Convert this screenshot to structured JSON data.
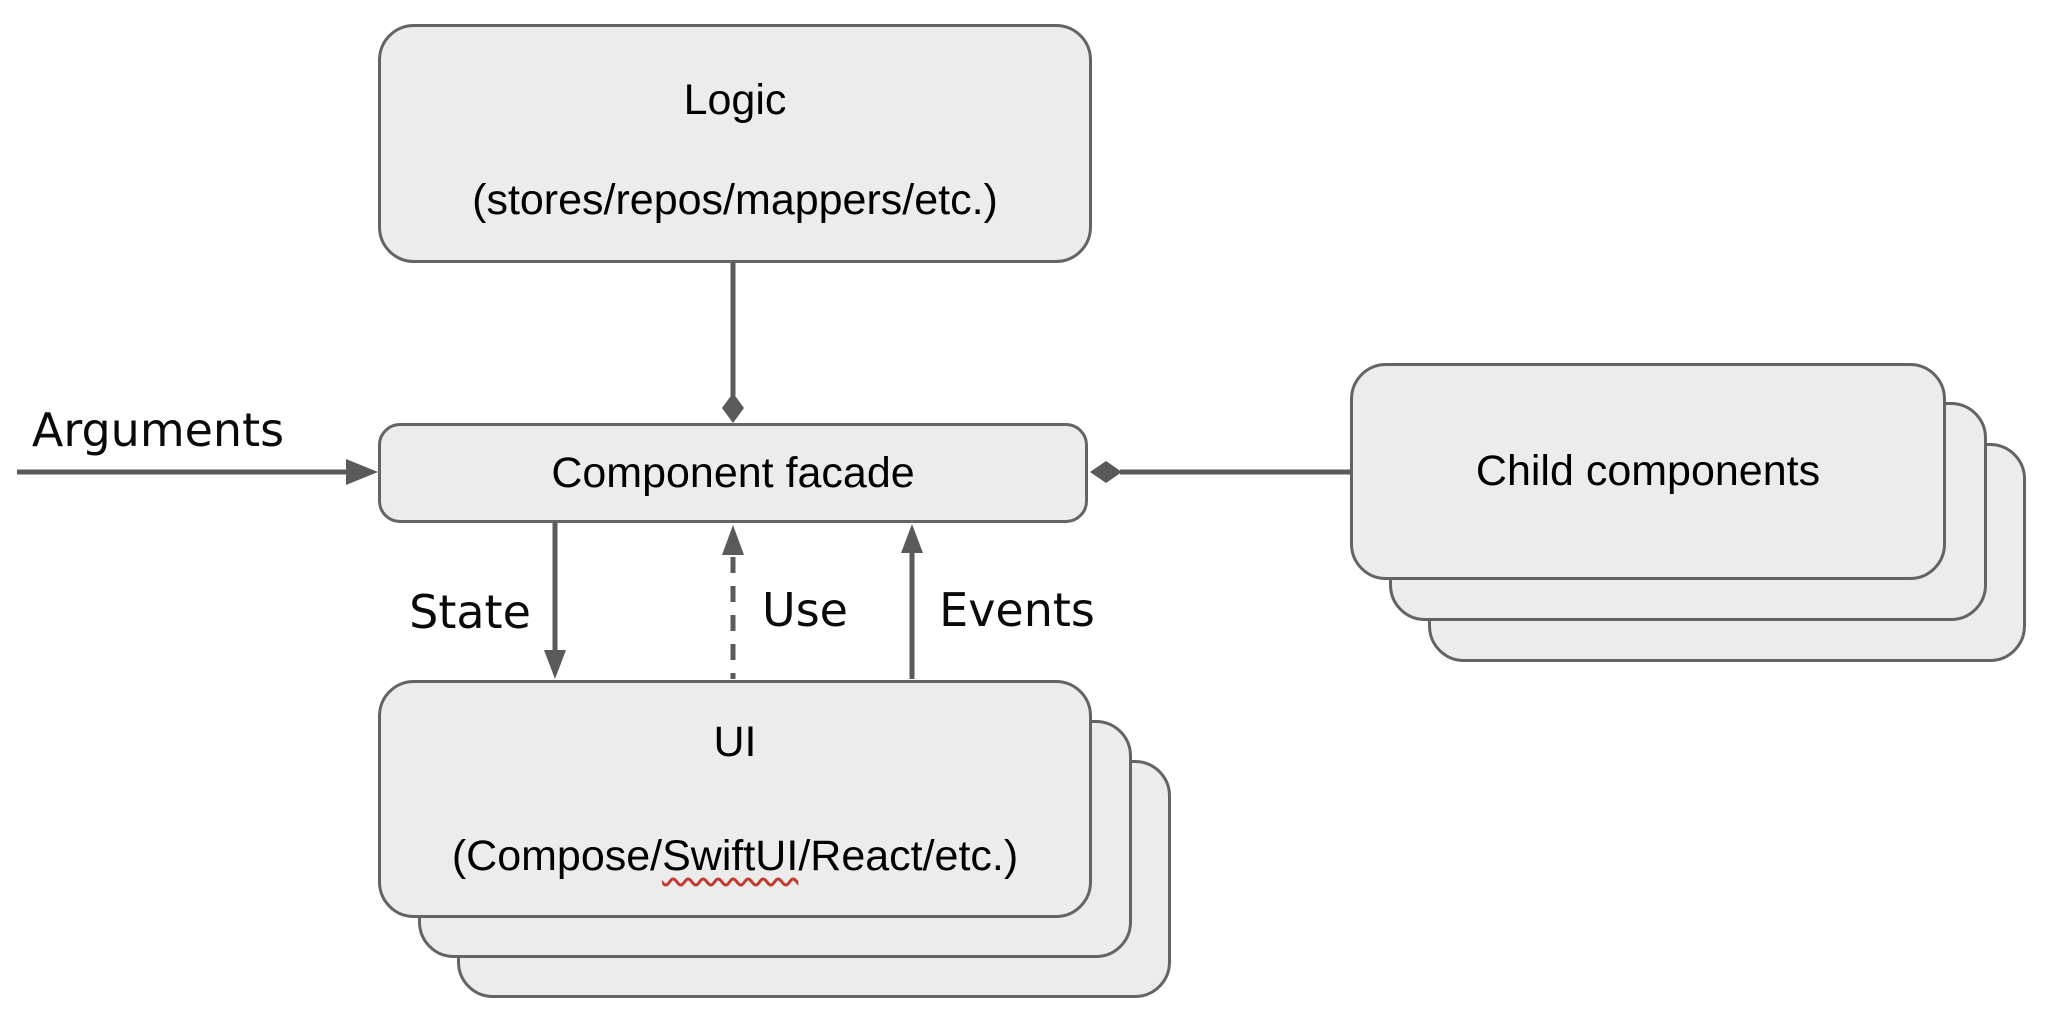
{
  "diagram": {
    "nodes": {
      "logic": {
        "title": "Logic",
        "subtitle": "(stores/repos/mappers/etc.)"
      },
      "facade": {
        "label": "Component facade"
      },
      "ui": {
        "title": "UI",
        "subtitle_pre": "(Compose/",
        "subtitle_flagged": "SwiftUI",
        "subtitle_post": "/React/etc.)"
      },
      "children": {
        "label": "Child components"
      }
    },
    "edge_labels": {
      "arguments": "Arguments",
      "state": "State",
      "use": "Use",
      "events": "Events"
    },
    "colors": {
      "background": "#ffffff",
      "node_fill": "#ececec",
      "node_border": "#646464",
      "connector": "#5a5a5a",
      "text": "#000000",
      "spellcheck_underline": "#c23a2f"
    }
  }
}
